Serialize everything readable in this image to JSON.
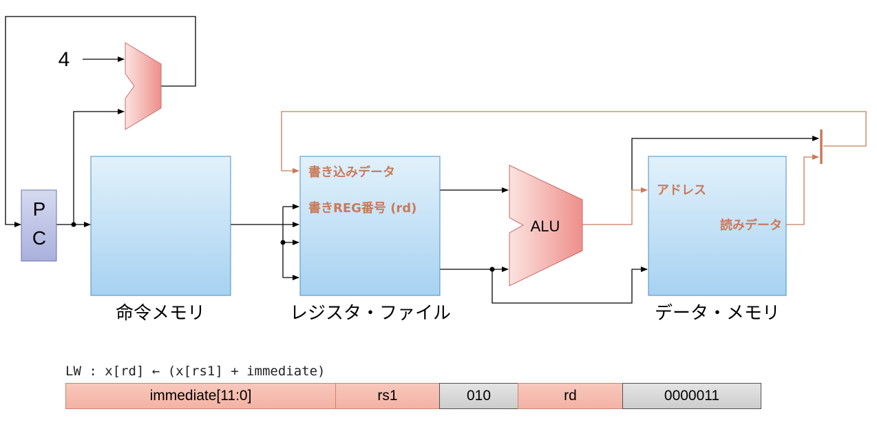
{
  "labels": {
    "const_four": "4",
    "pc_top": "P",
    "pc_bottom": "C",
    "write_data": "書き込みデータ",
    "write_reg": "書きREG番号 (rd)",
    "alu": "ALU",
    "address": "アドレス",
    "read_data": "読みデータ",
    "instr_mem": "命令メモリ",
    "reg_file": "レジスタ・ファイル",
    "data_mem": "データ・メモリ"
  },
  "instruction": {
    "caption": "LW : x[rd] ← (x[rs1] + immediate)",
    "fields": [
      "immediate[11:0]",
      "rs1",
      "010",
      "rd",
      "0000011"
    ]
  },
  "colors": {
    "wire": "#000000",
    "data_path": "#c97a58",
    "block_fill_top": "#ddeefa",
    "block_fill_bottom": "#a9d3f2",
    "block_border": "#4a8fc4",
    "adder_fill": "#f2a5a0",
    "label_accent": "#c97a58"
  }
}
